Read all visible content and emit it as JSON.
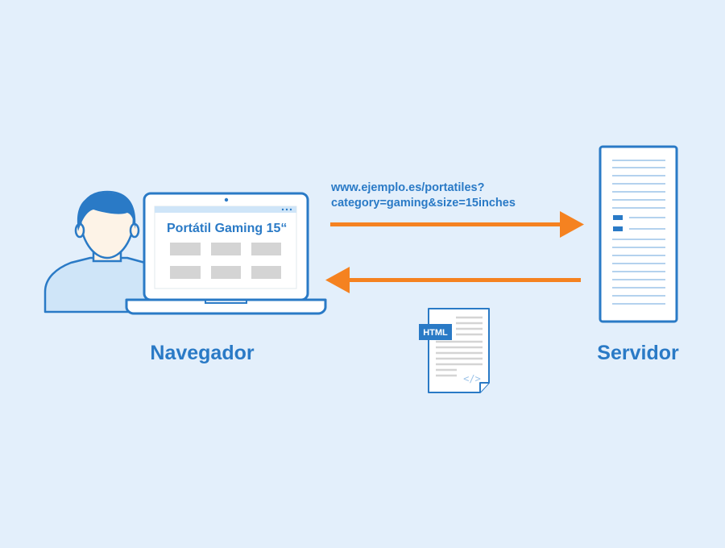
{
  "laptop": {
    "screen_title": "Portátil Gaming 15“"
  },
  "request": {
    "url_line1": "www.ejemplo.es/portatiles?",
    "url_line2": "category=gaming&size=15inches"
  },
  "document": {
    "badge": "HTML",
    "code_symbol": "</>"
  },
  "labels": {
    "browser": "Navegador",
    "server": "Servidor"
  },
  "colors": {
    "background": "#e3effb",
    "accent_blue": "#2a7ac6",
    "arrow_orange": "#f58220",
    "light_blue_fill": "#cfe5f8",
    "placeholder_gray": "#d4d4d4"
  },
  "icons": {
    "user": "user-icon",
    "laptop": "laptop-icon",
    "server": "server-icon",
    "document": "html-document-icon",
    "request_arrow": "arrow-right-icon",
    "response_arrow": "arrow-left-icon"
  }
}
